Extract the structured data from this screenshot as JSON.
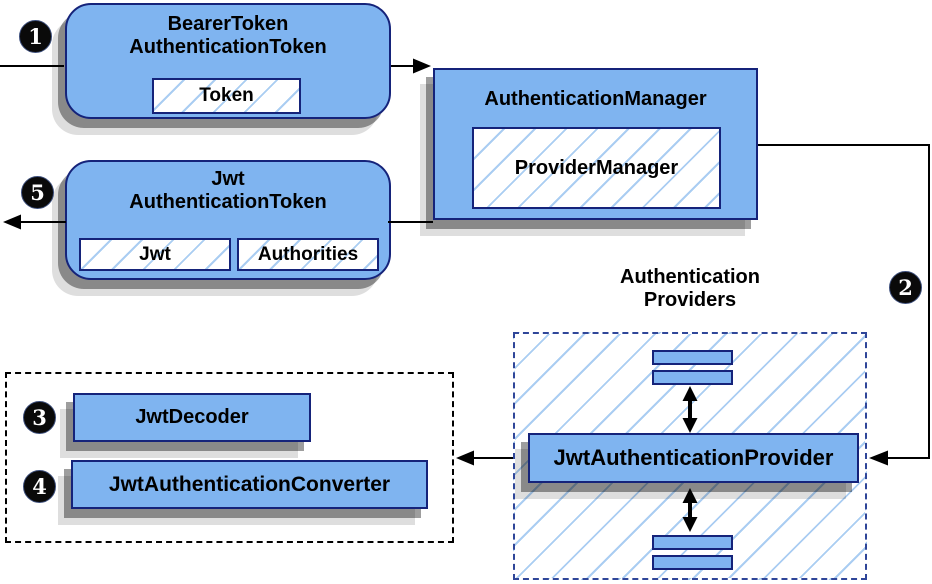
{
  "diagram": {
    "title_implied": "JWT authentication flow",
    "colors": {
      "node_fill": "#7fb4f0",
      "node_border": "#15237a",
      "hatch_line": "#aacdf2",
      "providers_dashed_border": "#2f4699",
      "group_dashed_border": "#000000",
      "connector": "#000000",
      "badge_bg": "#0a0a0a",
      "badge_text": "#ffffff"
    },
    "nodes": {
      "bearer_token": {
        "title_line1": "BearerToken",
        "title_line2": "AuthenticationToken",
        "token_label": "Token"
      },
      "authentication_manager": {
        "title": "AuthenticationManager",
        "provider_manager_label": "ProviderManager"
      },
      "jwt_authentication_token": {
        "title_line1": "Jwt",
        "title_line2": "AuthenticationToken",
        "jwt_label": "Jwt",
        "authorities_label": "Authorities"
      },
      "jwt_decoder": {
        "label": "JwtDecoder"
      },
      "jwt_authentication_converter": {
        "label": "JwtAuthenticationConverter"
      },
      "jwt_authentication_provider": {
        "label": "JwtAuthenticationProvider"
      },
      "authentication_providers": {
        "title_line1": "Authentication",
        "title_line2": "Providers"
      }
    },
    "steps": {
      "step1": "1",
      "step2": "2",
      "step3": "3",
      "step4": "4",
      "step5": "5"
    }
  }
}
